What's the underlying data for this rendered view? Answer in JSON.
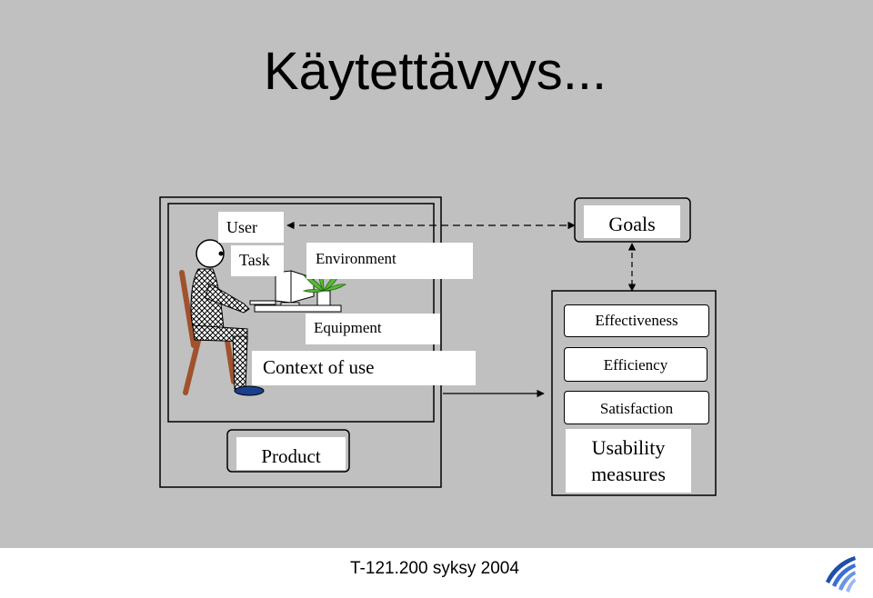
{
  "slide": {
    "title": "Käytettävyys...",
    "footer": "T-121.200 syksy 2004"
  },
  "diagram": {
    "context_labels": {
      "user": "User",
      "task": "Task",
      "environment": "Environment",
      "equipment": "Equipment",
      "context_of_use": "Context of use",
      "product": "Product"
    },
    "goals": "Goals",
    "measures": [
      "Effectiveness",
      "Efficiency",
      "Satisfaction"
    ],
    "usability_measures": [
      "Usability",
      "measures"
    ]
  },
  "colors": {
    "background": "#c0c0c0",
    "box_fill": "#ffffff",
    "outline": "#000000",
    "chair": "#a0522d",
    "shoe": "#1a3f8f",
    "plant": "#55bb33"
  },
  "icons": [
    "person-at-desk-illustration",
    "university-logo-icon"
  ]
}
